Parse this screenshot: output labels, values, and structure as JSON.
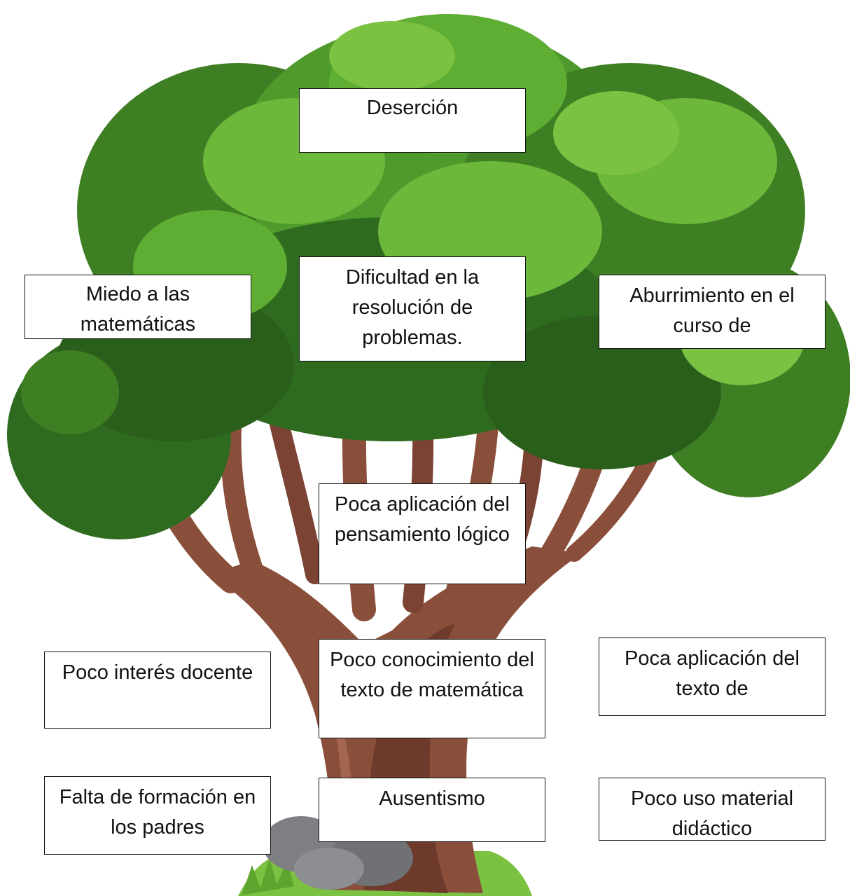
{
  "tree_diagram": {
    "effects": {
      "top": "Deserción",
      "left": "Miedo a las matemáticas",
      "center": "Dificultad en la resolución de problemas.",
      "right": "Aburrimiento en el curso de"
    },
    "problem": "Poca aplicación del pensamiento lógico",
    "causes": {
      "row1_left": "Poco interés docente",
      "row1_center": "Poco conocimiento del texto de matemática",
      "row1_right": "Poca aplicación del texto de",
      "row2_left": "Falta de formación en los padres",
      "row2_center": "Ausentismo",
      "row2_right": "Poco uso material didáctico"
    }
  },
  "colors": {
    "foliage_dark": "#2f6b1f",
    "foliage_mid": "#4e9a2c",
    "foliage_light": "#7cc242",
    "trunk": "#8a4f3a",
    "trunk_dark": "#5e3326",
    "rock": "#7d7f82",
    "grass": "#7bc142"
  }
}
